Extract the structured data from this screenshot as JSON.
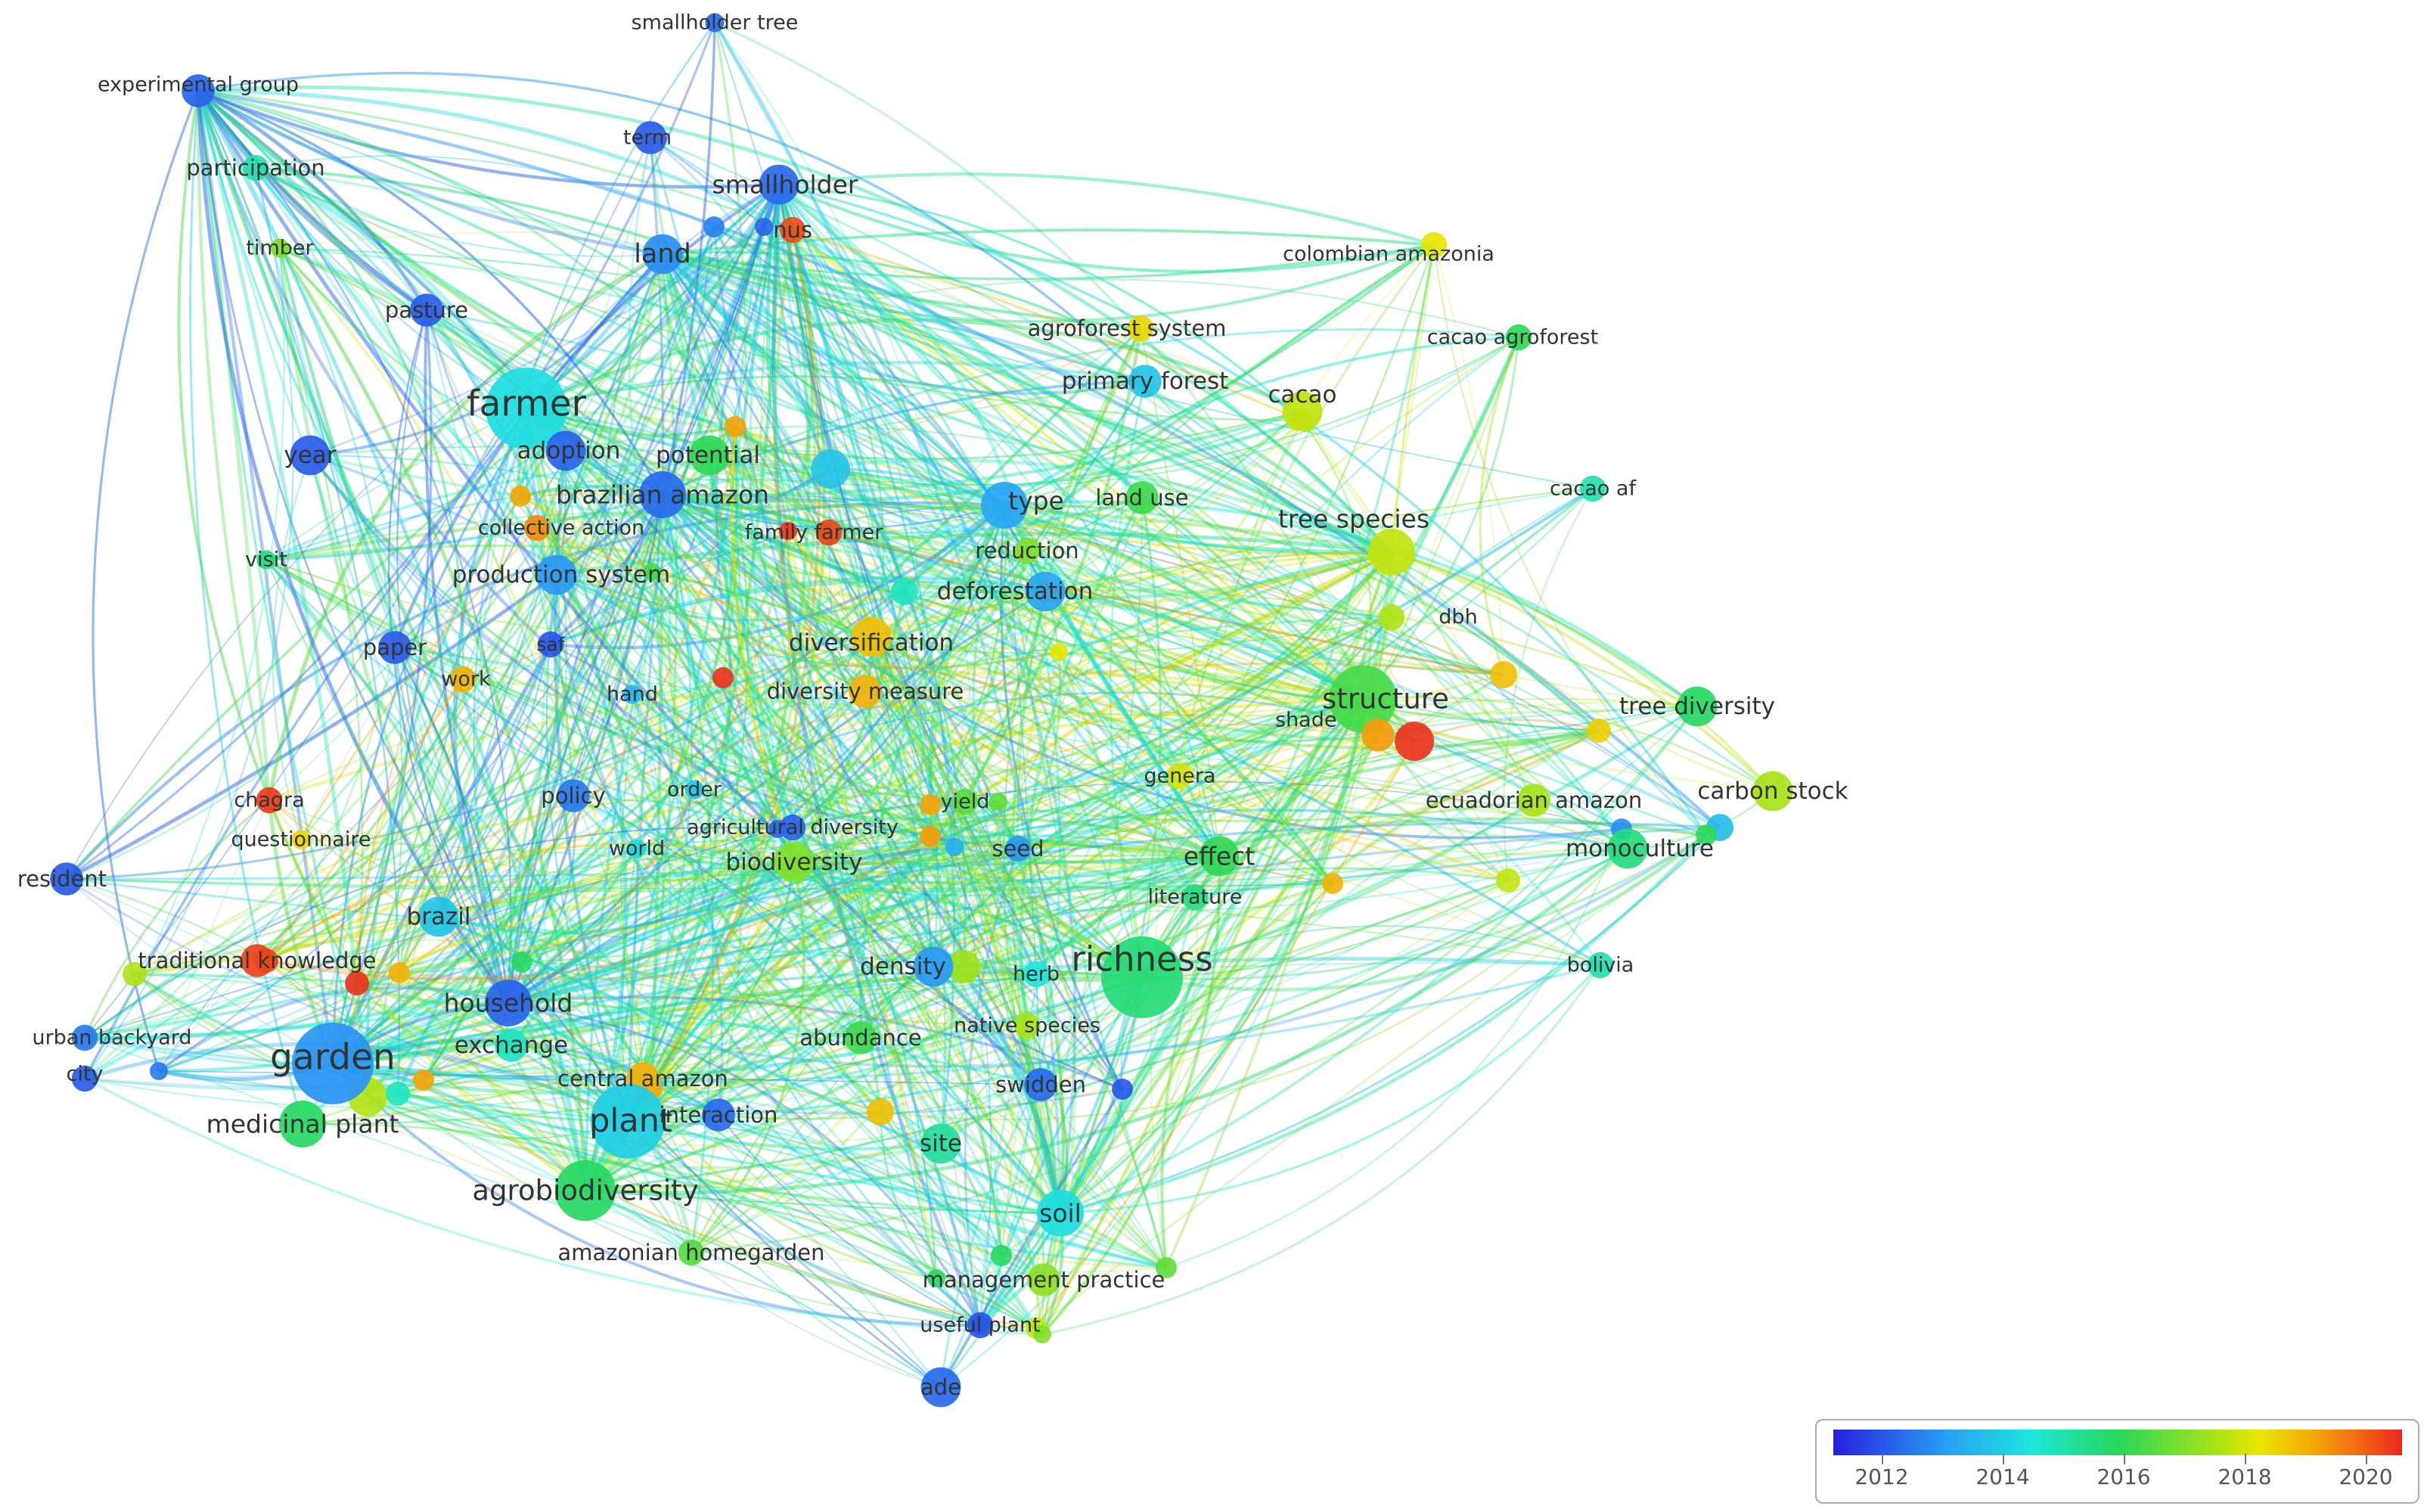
{
  "nodes": [
    {
      "label": "smallholder tree",
      "year": 2012.3,
      "weight": 1
    },
    {
      "label": "experimental group",
      "year": 2012.2,
      "weight": 3
    },
    {
      "label": "term",
      "year": 2012.1,
      "weight": 3
    },
    {
      "label": "participation",
      "year": 2015,
      "weight": 2
    },
    {
      "label": "smallholder",
      "year": 2012.3,
      "weight": 4
    },
    {
      "label": "nus",
      "year": 2020.2,
      "weight": 2
    },
    {
      "label": "timber",
      "year": 2017,
      "weight": 1
    },
    {
      "label": "land",
      "year": 2012.8,
      "weight": 4
    },
    {
      "label": "colombian amazonia",
      "year": 2018.2,
      "weight": 2
    },
    {
      "label": "pasture",
      "year": 2012.1,
      "weight": 3
    },
    {
      "label": "agroforest system",
      "year": 2018.5,
      "weight": 2
    },
    {
      "label": "cacao agroforest",
      "year": 2016,
      "weight": 2
    },
    {
      "label": "primary forest",
      "year": 2013.8,
      "weight": 3
    },
    {
      "label": "farmer",
      "year": 2014.3,
      "weight": 10
    },
    {
      "label": "cacao",
      "year": 2017.8,
      "weight": 4
    },
    {
      "label": "year",
      "year": 2012.1,
      "weight": 4
    },
    {
      "label": "adoption",
      "year": 2012.2,
      "weight": 4
    },
    {
      "label": "potential",
      "year": 2016,
      "weight": 4
    },
    {
      "label": "brazilian amazon",
      "year": 2012.3,
      "weight": 5
    },
    {
      "label": "type",
      "year": 2013.2,
      "weight": 5
    },
    {
      "label": "land use",
      "year": 2016.2,
      "weight": 3
    },
    {
      "label": "cacao af",
      "year": 2015,
      "weight": 2
    },
    {
      "label": "tree species",
      "year": 2017.8,
      "weight": 5
    },
    {
      "label": "collective action",
      "year": 2019.5,
      "weight": 2
    },
    {
      "label": "family farmer",
      "year": 2020.3,
      "weight": 2
    },
    {
      "label": "visit",
      "year": 2015.5,
      "weight": 1
    },
    {
      "label": "production system",
      "year": 2013,
      "weight": 4
    },
    {
      "label": "reduction",
      "year": 2017,
      "weight": 2
    },
    {
      "label": "deforestation",
      "year": 2013.2,
      "weight": 4
    },
    {
      "label": "dbh",
      "year": 2017.6,
      "weight": 2
    },
    {
      "label": "diversification",
      "year": 2018.8,
      "weight": 4
    },
    {
      "label": "paper",
      "year": 2012.1,
      "weight": 3
    },
    {
      "label": "saf",
      "year": 2012,
      "weight": 2
    },
    {
      "label": "work",
      "year": 2019,
      "weight": 2
    },
    {
      "label": "hand",
      "year": 2013.5,
      "weight": 1
    },
    {
      "label": "diversity measure",
      "year": 2019,
      "weight": 3
    },
    {
      "label": "structure",
      "year": 2016.3,
      "weight": 8
    },
    {
      "label": "tree diversity",
      "year": 2015.8,
      "weight": 4
    },
    {
      "label": "shade",
      "year": 2019.3,
      "weight": 3
    },
    {
      "label": "genera",
      "year": 2018,
      "weight": 2
    },
    {
      "label": "carbon stock",
      "year": 2017.5,
      "weight": 4
    },
    {
      "label": "chagra",
      "year": 2020.4,
      "weight": 2
    },
    {
      "label": "policy",
      "year": 2012.5,
      "weight": 3
    },
    {
      "label": "order",
      "year": 2013.8,
      "weight": 1
    },
    {
      "label": "yield",
      "year": 2016.5,
      "weight": 2
    },
    {
      "label": "ecuadorian amazon",
      "year": 2017.5,
      "weight": 3
    },
    {
      "label": "questionnaire",
      "year": 2018.5,
      "weight": 1
    },
    {
      "label": "agricultural diversity",
      "year": 2012.2,
      "weight": 2
    },
    {
      "label": "world",
      "year": 2014.2,
      "weight": 1
    },
    {
      "label": "seed",
      "year": 2013,
      "weight": 2
    },
    {
      "label": "biodiversity",
      "year": 2017,
      "weight": 4
    },
    {
      "label": "effect",
      "year": 2016,
      "weight": 4
    },
    {
      "label": "monoculture",
      "year": 2015.5,
      "weight": 4
    },
    {
      "label": "resident",
      "year": 2012.1,
      "weight": 3
    },
    {
      "label": "literature",
      "year": 2015.5,
      "weight": 2
    },
    {
      "label": "brazil",
      "year": 2013.8,
      "weight": 4
    },
    {
      "label": "richness",
      "year": 2015.6,
      "weight": 10
    },
    {
      "label": "traditional knowledge",
      "year": 2020.3,
      "weight": 3
    },
    {
      "label": "density",
      "year": 2013,
      "weight": 4
    },
    {
      "label": "herb",
      "year": 2014.5,
      "weight": 2
    },
    {
      "label": "bolivia",
      "year": 2015,
      "weight": 2
    },
    {
      "label": "household",
      "year": 2012.2,
      "weight": 5
    },
    {
      "label": "native species",
      "year": 2017.5,
      "weight": 2
    },
    {
      "label": "urban backyard",
      "year": 2012.5,
      "weight": 2
    },
    {
      "label": "garden",
      "year": 2012.9,
      "weight": 10
    },
    {
      "label": "exchange",
      "year": 2014.8,
      "weight": 3
    },
    {
      "label": "abundance",
      "year": 2016.2,
      "weight": 3
    },
    {
      "label": "city",
      "year": 2012.1,
      "weight": 2
    },
    {
      "label": "central amazon",
      "year": 2019,
      "weight": 3
    },
    {
      "label": "swidden",
      "year": 2012.3,
      "weight": 3
    },
    {
      "label": "medicinal plant",
      "year": 2015.8,
      "weight": 5
    },
    {
      "label": "plant",
      "year": 2014,
      "weight": 9
    },
    {
      "label": "interaction",
      "year": 2012.3,
      "weight": 3
    },
    {
      "label": "site",
      "year": 2015.2,
      "weight": 4
    },
    {
      "label": "agrobiodiversity",
      "year": 2015.8,
      "weight": 7
    },
    {
      "label": "soil",
      "year": 2014.3,
      "weight": 5
    },
    {
      "label": "amazonian homegarden",
      "year": 2016.5,
      "weight": 2
    },
    {
      "label": "management practice",
      "year": 2017.2,
      "weight": 3
    },
    {
      "label": "useful plant",
      "year": 2012,
      "weight": 2
    },
    {
      "label": "ade",
      "year": 2012.3,
      "weight": 4
    }
  ],
  "legend": {
    "min": 2011.2,
    "max": 2020.6,
    "ticks": [
      {
        "value": 2012,
        "label": "2012"
      },
      {
        "value": 2014,
        "label": "2014"
      },
      {
        "value": 2016,
        "label": "2016"
      },
      {
        "value": 2018,
        "label": "2018"
      },
      {
        "value": 2020,
        "label": "2020"
      }
    ]
  }
}
